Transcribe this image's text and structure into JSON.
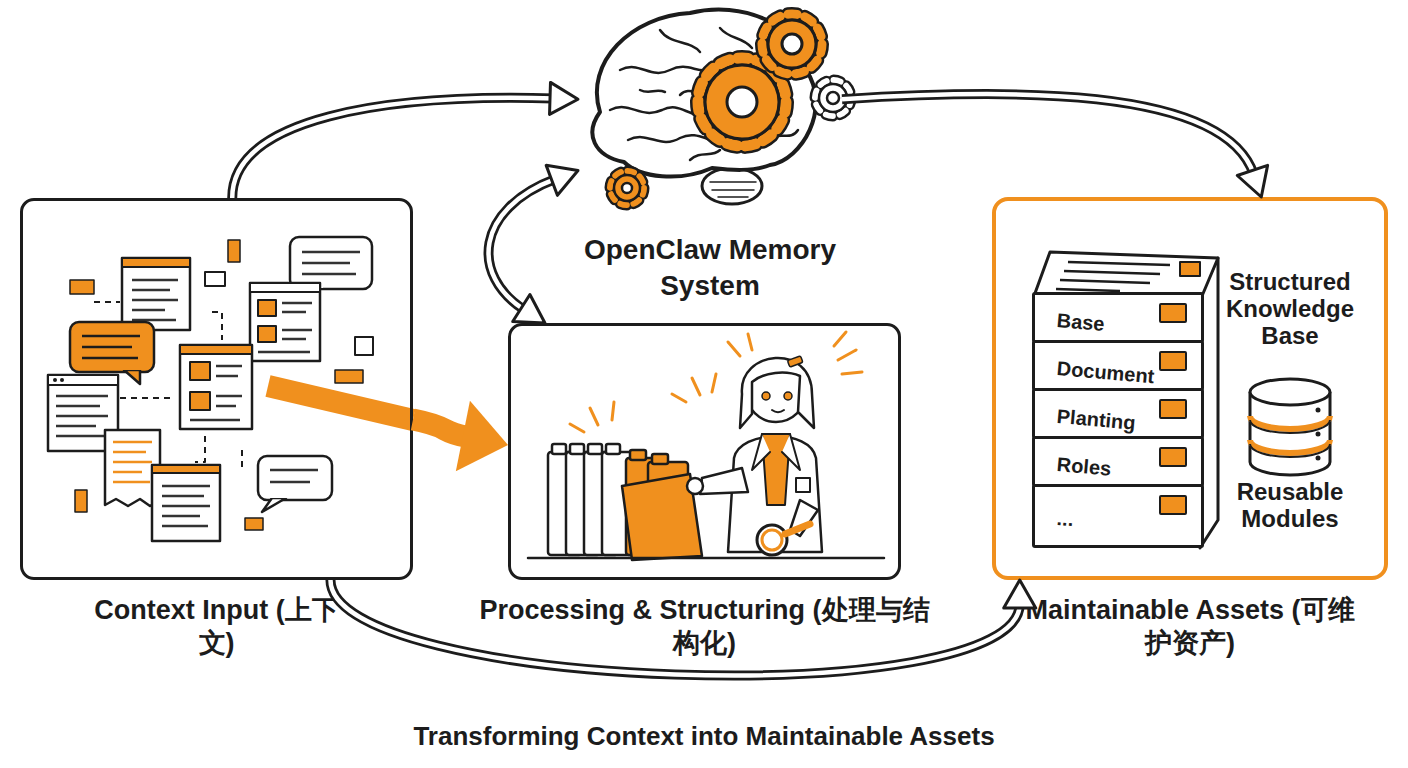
{
  "diagram": {
    "caption": "Transforming Context into Maintainable Assets",
    "nodes": [
      {
        "text": [
          "Context Input (上下文)"
        ]
      },
      {
        "text": [
          "OpenClaw Memory System"
        ]
      },
      {
        "text": [
          "Processing & Structuring (处理与结构化)"
        ]
      },
      {
        "text": [
          "Structured Knowledge Base",
          "Reusable Modules",
          "Maintainable Assets (可维护资产)"
        ]
      },
      {
        "text": [
          "Base"
        ],
        "in": 3
      },
      {
        "text": [
          "Document"
        ],
        "in": 3
      },
      {
        "text": [
          "Planting"
        ],
        "in": 3
      },
      {
        "text": [
          "Roles"
        ],
        "in": 3
      },
      {
        "text": [
          "..."
        ],
        "in": 3
      }
    ],
    "edges": [
      {
        "from": 0,
        "to": 1,
        "arrow": "to"
      },
      {
        "from": 1,
        "to": 3,
        "arrow": "to"
      },
      {
        "from": 1,
        "to": 2,
        "arrow": "both"
      },
      {
        "from": 0,
        "to": 2,
        "arrow": "to"
      },
      {
        "from": 0,
        "to": 3,
        "arrow": "to"
      }
    ]
  }
}
